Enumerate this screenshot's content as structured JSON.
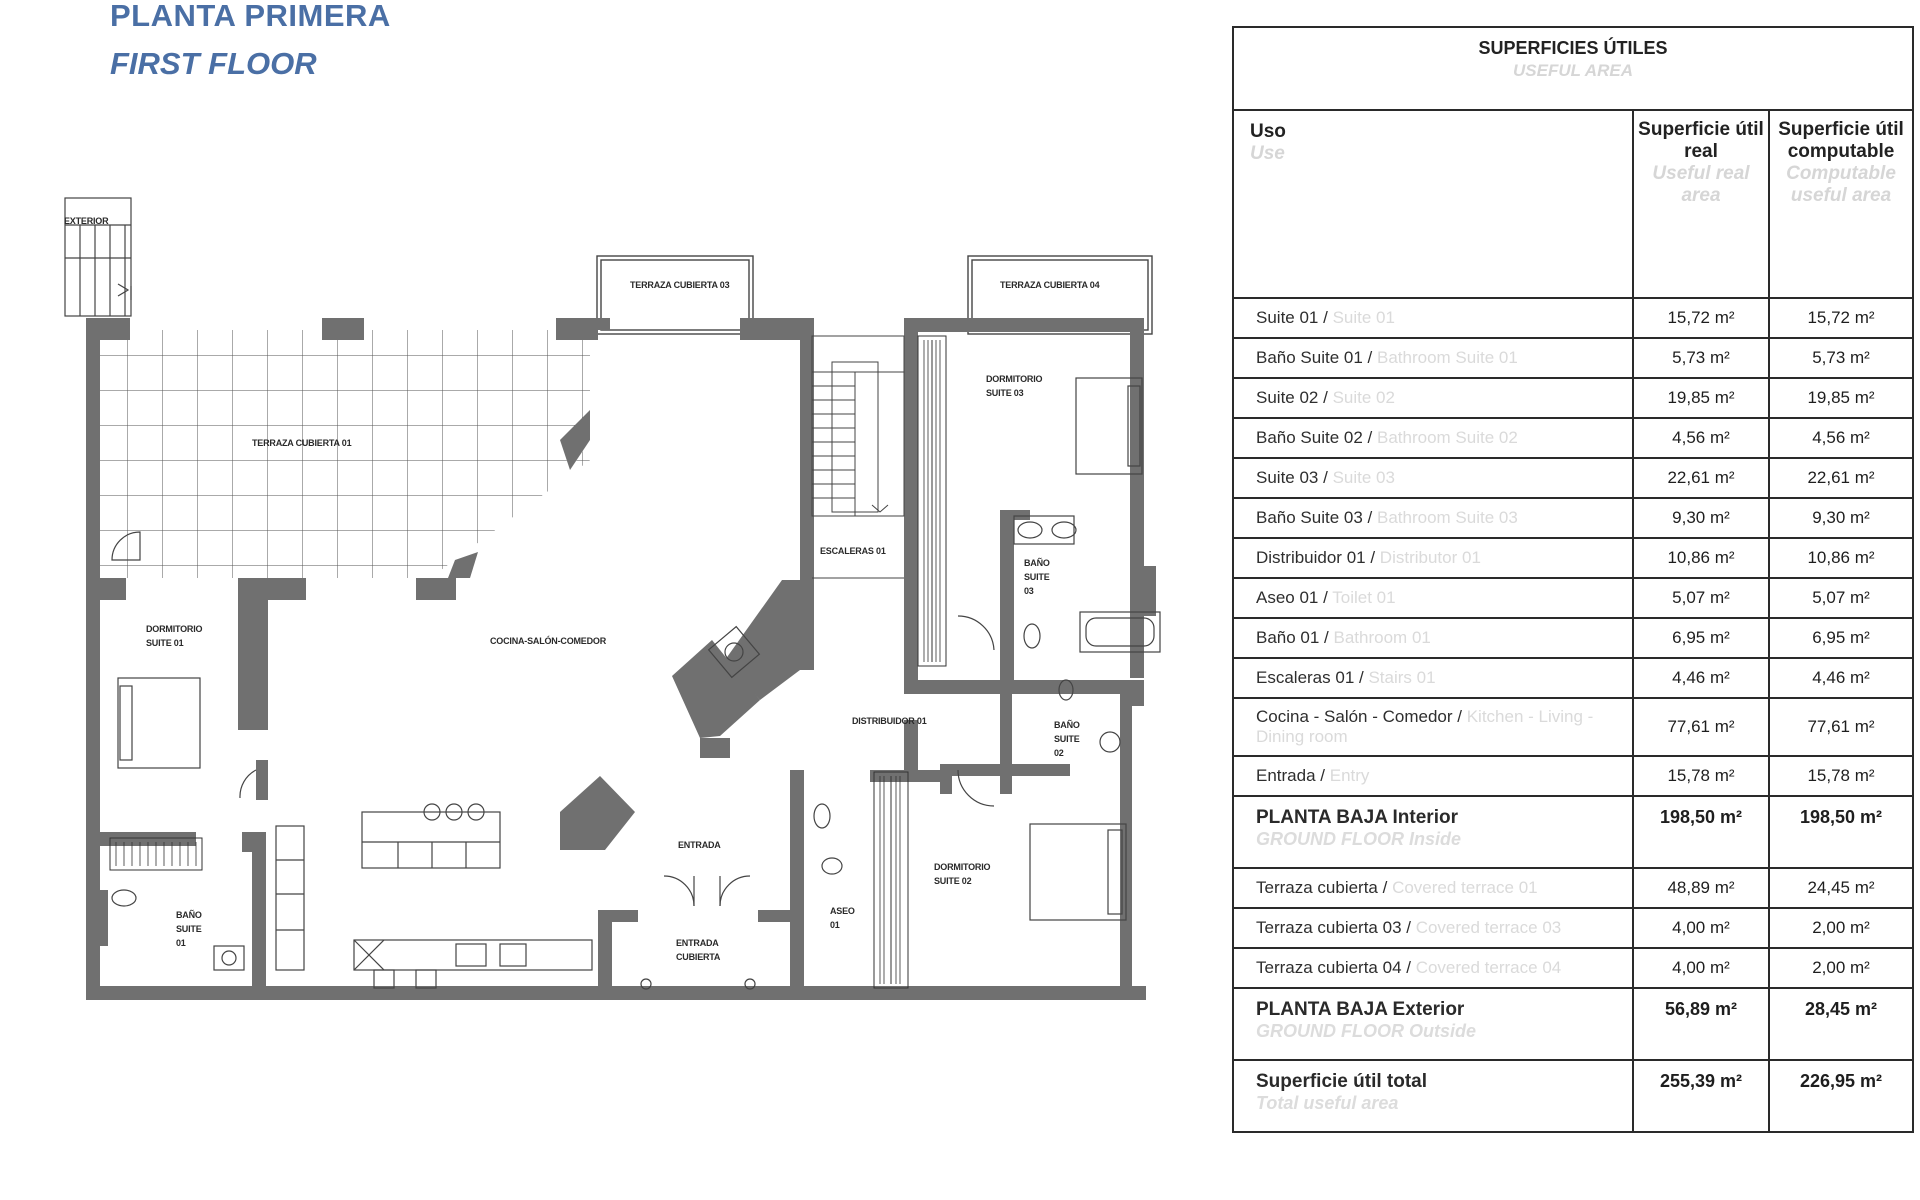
{
  "header": {
    "title": "PLANTA PRIMERA",
    "subtitle": "FIRST FLOOR"
  },
  "colors": {
    "title": "#4a6fa5",
    "wall": "#707070",
    "line": "#2a2a2a",
    "faded_text": "#d6d6d6"
  },
  "floorplan": {
    "labels": {
      "exterior": "EXTERIOR",
      "terraza1": "TERRAZA CUBIERTA 01",
      "terraza3": "TERRAZA CUBIERTA 03",
      "terraza4": "TERRAZA CUBIERTA 04",
      "dorm3_l1": "DORMITORIO",
      "dorm3_l2": "SUITE 03",
      "escaleras": "ESCALERAS 01",
      "bano3_l1": "BAÑO",
      "bano3_l2": "SUITE",
      "bano3_l3": "03",
      "dorm1_l1": "DORMITORIO",
      "dorm1_l2": "SUITE 01",
      "cocina": "COCINA-SALÓN-COMEDOR",
      "distribuidor": "DISTRIBUIDOR 01",
      "bano2_l1": "BAÑO",
      "bano2_l2": "SUITE",
      "bano2_l3": "02",
      "entrada": "ENTRADA",
      "dorm2_l1": "DORMITORIO",
      "dorm2_l2": "SUITE 02",
      "aseo_l1": "ASEO",
      "aseo_l2": "01",
      "bano1_l1": "BAÑO",
      "bano1_l2": "SUITE",
      "bano1_l3": "01",
      "entradacub_l1": "ENTRADA",
      "entradacub_l2": "CUBIERTA"
    }
  },
  "table": {
    "title": {
      "es": "SUPERFICIES ÚTILES",
      "en": "USEFUL AREA"
    },
    "columns": {
      "use": {
        "es": "Uso",
        "en": "Use"
      },
      "real": {
        "es": "Superficie útil real",
        "en": "Useful real area"
      },
      "computable": {
        "es": "Superficie útil computable",
        "en": "Computable useful area"
      }
    },
    "rows": [
      {
        "es": "Suite 01 /",
        "en": "Suite 01",
        "real": "15,72 m²",
        "comp": "15,72 m²"
      },
      {
        "es": "Baño Suite 01 /",
        "en": "Bathroom Suite 01",
        "real": "5,73 m²",
        "comp": "5,73 m²"
      },
      {
        "es": "Suite 02 /",
        "en": "Suite 02",
        "real": "19,85 m²",
        "comp": "19,85 m²"
      },
      {
        "es": "Baño Suite 02 /",
        "en": "Bathroom Suite 02",
        "real": "4,56 m²",
        "comp": "4,56 m²"
      },
      {
        "es": "Suite 03 /",
        "en": "Suite 03",
        "real": "22,61 m²",
        "comp": "22,61 m²"
      },
      {
        "es": "Baño Suite 03 /",
        "en": "Bathroom Suite 03",
        "real": "9,30 m²",
        "comp": "9,30 m²"
      },
      {
        "es": "Distribuidor 01 /",
        "en": "Distributor 01",
        "real": "10,86 m²",
        "comp": "10,86 m²"
      },
      {
        "es": "Aseo 01 /",
        "en": "Toilet 01",
        "real": "5,07 m²",
        "comp": "5,07 m²"
      },
      {
        "es": "Baño 01 /",
        "en": "Bathroom 01",
        "real": "6,95 m²",
        "comp": "6,95 m²"
      },
      {
        "es": "Escaleras 01 /",
        "en": "Stairs 01",
        "real": "4,46 m²",
        "comp": "4,46 m²"
      },
      {
        "es": "Cocina - Salón - Comedor /",
        "en": "Kitchen - Living - Dining room",
        "real": "77,61 m²",
        "comp": "77,61 m²"
      },
      {
        "es": "Entrada /",
        "en": "Entry",
        "real": "15,78 m²",
        "comp": "15,78 m²"
      }
    ],
    "subtotal_interior": {
      "es": "PLANTA BAJA Interior",
      "en": "GROUND FLOOR Inside",
      "real": "198,50 m²",
      "comp": "198,50 m²"
    },
    "rows_exterior": [
      {
        "es": "Terraza cubierta /",
        "en": "Covered terrace 01",
        "real": "48,89 m²",
        "comp": "24,45 m²"
      },
      {
        "es": "Terraza cubierta 03 /",
        "en": "Covered terrace 03",
        "real": "4,00 m²",
        "comp": "2,00 m²"
      },
      {
        "es": "Terraza cubierta 04 /",
        "en": "Covered terrace 04",
        "real": "4,00 m²",
        "comp": "2,00 m²"
      }
    ],
    "subtotal_exterior": {
      "es": "PLANTA BAJA Exterior",
      "en": "GROUND FLOOR Outside",
      "real": "56,89 m²",
      "comp": "28,45 m²"
    },
    "total": {
      "es": "Superficie útil total",
      "en": "Total useful area",
      "real": "255,39 m²",
      "comp": "226,95 m²"
    }
  }
}
